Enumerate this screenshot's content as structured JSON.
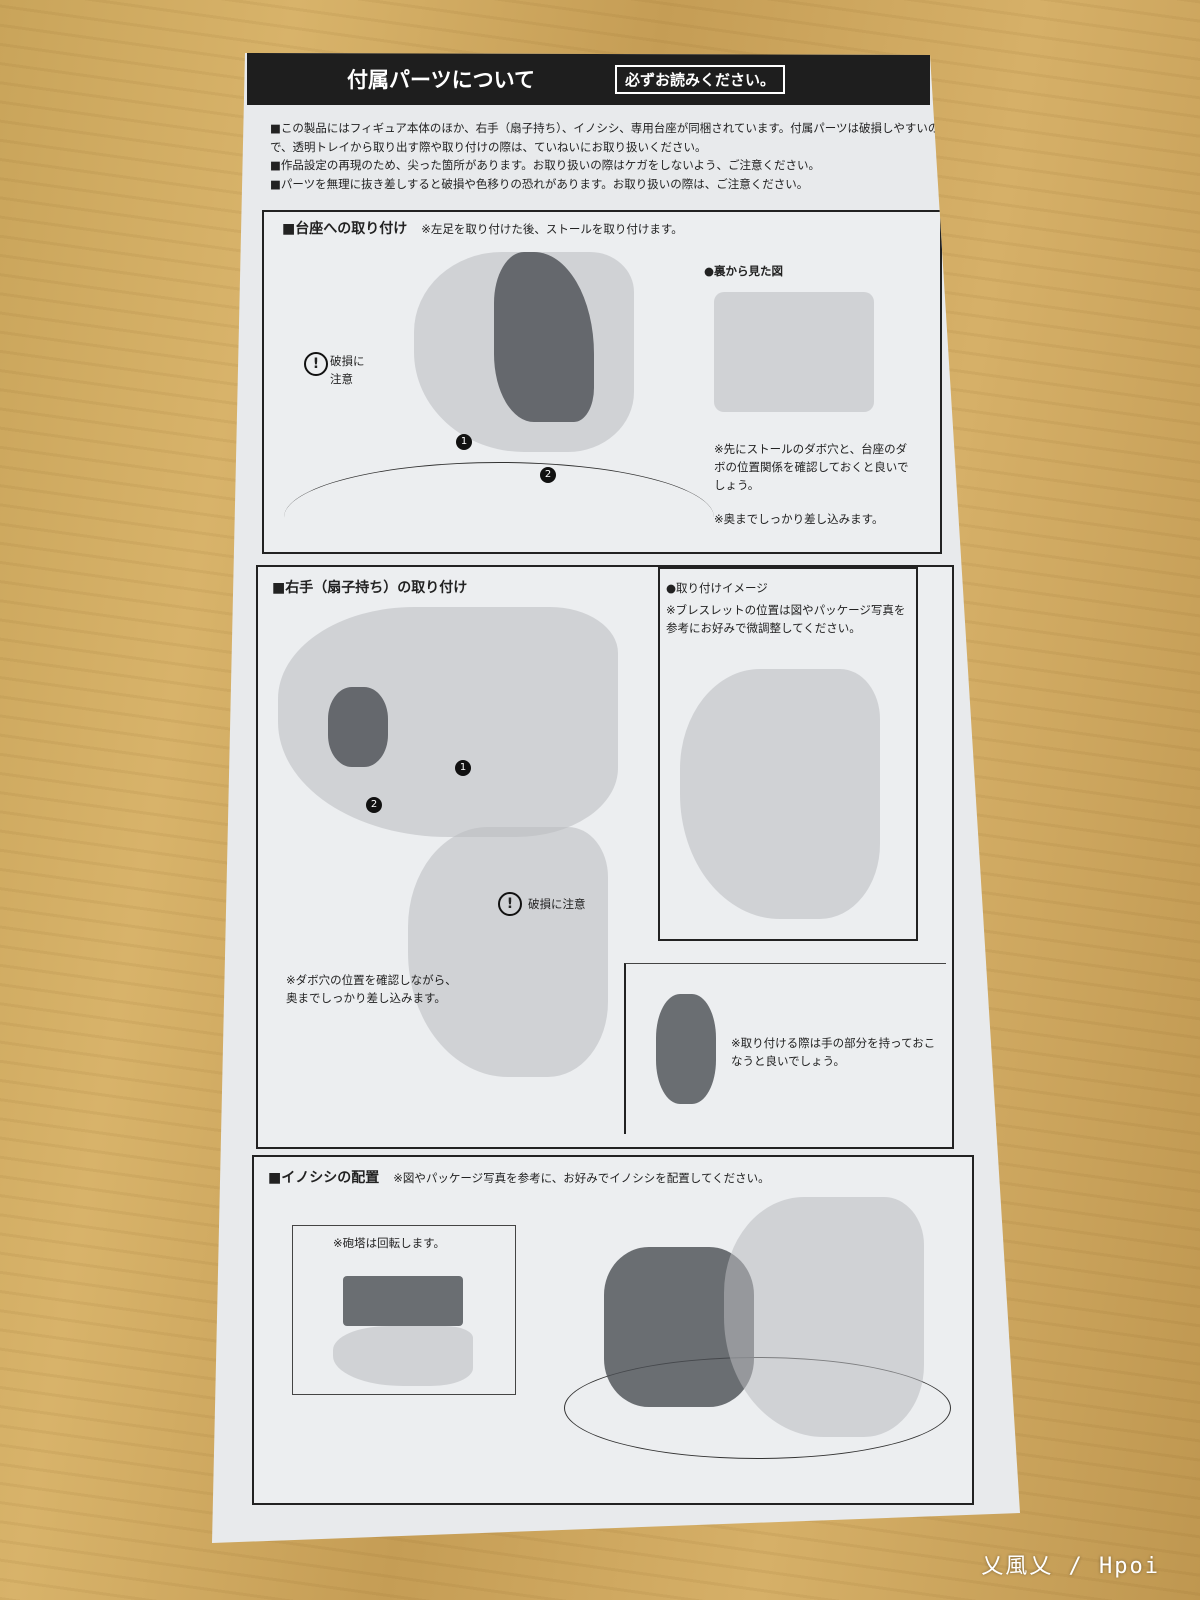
{
  "header": {
    "title": "付属パーツについて",
    "badge": "必ずお読みください。"
  },
  "intro": [
    "■この製品にはフィギュア本体のほか、右手（扇子持ち）、イノシシ、専用台座が同梱されています。付属パーツは破損しやすいので、透明トレイから取り出す際や取り付けの際は、ていねいにお取り扱いください。",
    "■作品設定の再現のため、尖った箇所があります。お取り扱いの際はケガをしないよう、ご注意ください。",
    "■パーツを無理に抜き差しすると破損や色移りの恐れがあります。お取り扱いの際は、ご注意ください。"
  ],
  "section1": {
    "title": "■台座への取り付け",
    "subtitle": "※左足を取り付けた後、ストールを取り付けます。",
    "warning": "破損に注意",
    "inset_title": "●裏から見た図",
    "note1": "※先にストールのダボ穴と、台座のダボの位置関係を確認しておくと良いでしょう。",
    "note2": "※奥までしっかり差し込みます。",
    "steps": [
      "1",
      "2"
    ]
  },
  "section2": {
    "title": "■右手（扇子持ち）の取り付け",
    "warning": "破損に注意",
    "note": "※ダボ穴の位置を確認しながら、奥までしっかり差し込みます。",
    "inset_title": "●取り付けイメージ",
    "inset_note": "※ブレスレットの位置は図やパッケージ写真を参考にお好みで微調整してください。",
    "hold_note": "※取り付ける際は手の部分を持っておこなうと良いでしょう。",
    "steps": [
      "1",
      "2"
    ]
  },
  "section3": {
    "title": "■イノシシの配置",
    "subtitle": "※図やパッケージ写真を参考に、お好みでイノシシを配置してください。",
    "inset_note": "※砲塔は回転します。"
  },
  "watermark": "乂風乂 / Hpoi"
}
